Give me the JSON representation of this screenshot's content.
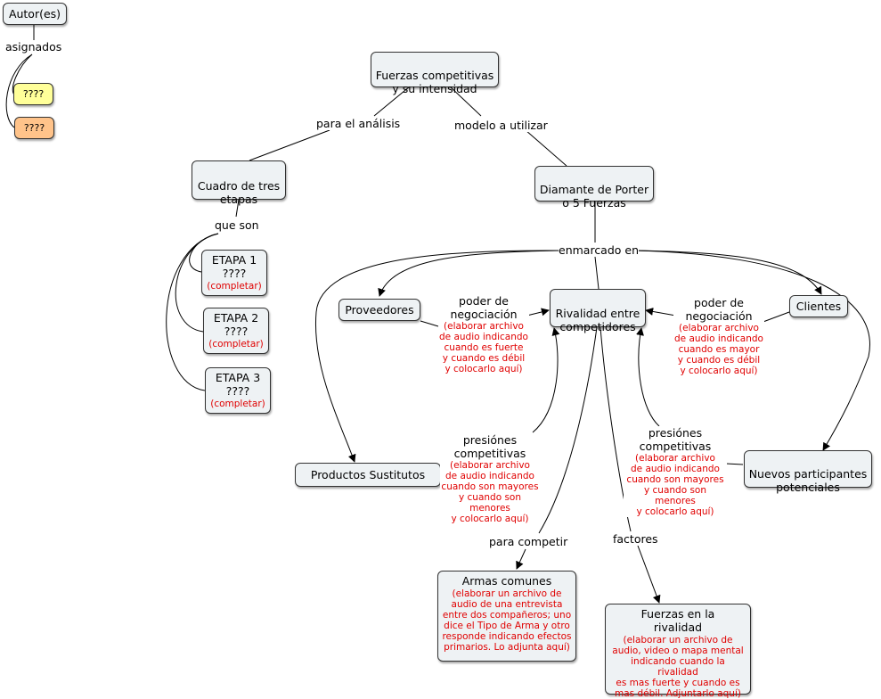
{
  "nodes": {
    "autores": "Autor(es)",
    "q1": "????",
    "q2": "????",
    "fuerzas": "Fuerzas competitivas\ny su intensidad",
    "cuadro": "Cuadro de tres\netapas",
    "diamante": "Diamante de Porter\no 5 Fuerzas",
    "etapa1": {
      "main": "ETAPA 1\n????",
      "note": "(completar)"
    },
    "etapa2": {
      "main": "ETAPA 2\n????",
      "note": "(completar)"
    },
    "etapa3": {
      "main": "ETAPA 3\n????",
      "note": "(completar)"
    },
    "proveedores": "Proveedores",
    "rivalidad": "Rivalidad entre\ncompetidores",
    "clientes": "Clientes",
    "sustitutos": "Productos Sustitutos",
    "nuevos": "Nuevos participantes\npotenciales",
    "armas": {
      "main": "Armas comunes",
      "note": "(elaborar un archivo de\naudio de una entrevista\nentre dos compañeros; uno\ndice el Tipo de Arma y otro\nresponde indicando efectos\nprimarios. Lo adjunta aquí)"
    },
    "fuerzas_riv": {
      "main": "Fuerzas en la\nrivalidad",
      "note": "(elaborar un archivo de\naudio, video o mapa mental\nindicando cuando la rivalidad\nes mas fuerte y cuando es\nmas débil. Adjuntarlo aquí)"
    }
  },
  "links": {
    "asignados": "asignados",
    "para_analisis": "para el análisis",
    "modelo": "modelo a utilizar",
    "que_son": "que son",
    "enmarcado": "enmarcado en",
    "poder_izq": {
      "main": "poder de\nnegociación",
      "note": "(elaborar archivo\nde audio indicando\ncuando es fuerte\ny cuando es débil\ny colocarlo aquí)"
    },
    "poder_der": {
      "main": "poder de\nnegociación",
      "note": "(elaborar archivo\nde audio indicando\ncuando es mayor\ny cuando es débil\ny colocarlo aquí)"
    },
    "presiones_izq": {
      "main": "presiónes\ncompetitivas",
      "note": "(elaborar archivo\nde audio indicando\ncuando son mayores\ny cuando son menores\ny colocarlo aquí)"
    },
    "presiones_der": {
      "main": "presiónes\ncompetitivas",
      "note": "(elaborar archivo\nde audio indicando\ncuando son mayores\ny cuando son menores\ny colocarlo aquí)"
    },
    "para_competir": "para competir",
    "factores": "factores"
  }
}
